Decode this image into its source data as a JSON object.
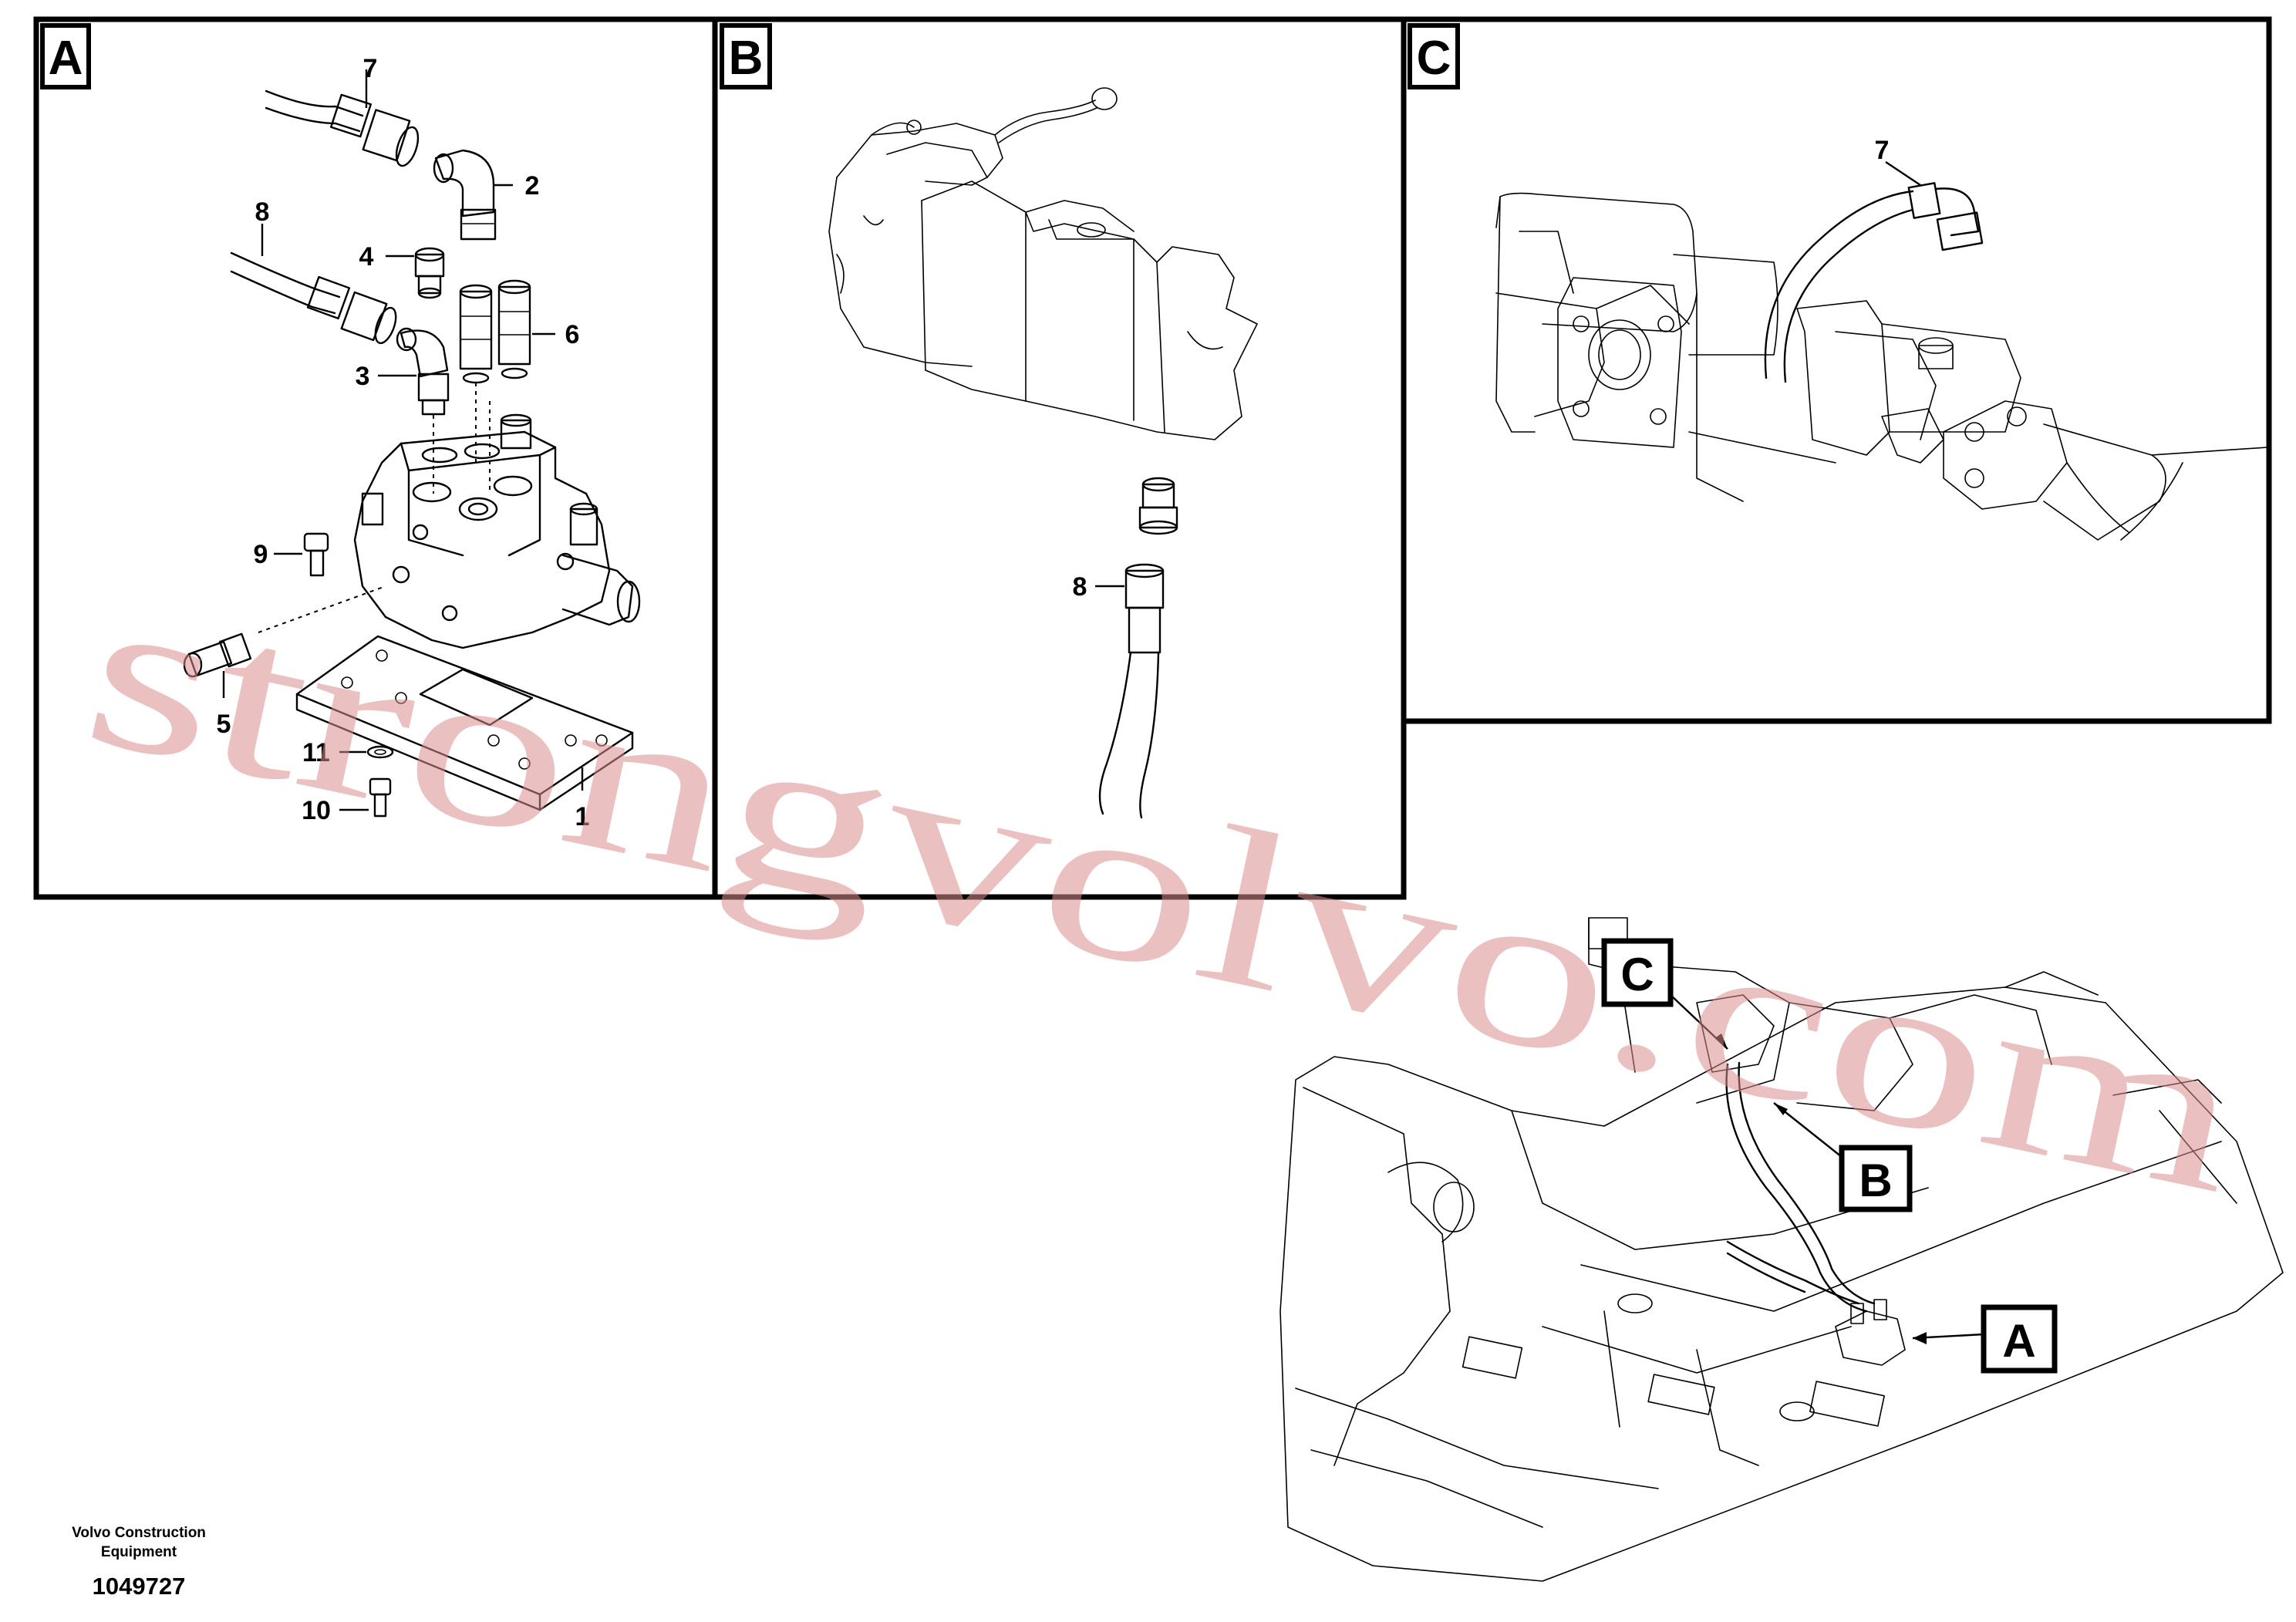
{
  "panels": {
    "a": {
      "label": "A",
      "callouts": [
        "7",
        "2",
        "8",
        "4",
        "6",
        "3",
        "9",
        "5",
        "11",
        "10",
        "1"
      ]
    },
    "b": {
      "label": "B",
      "callouts": [
        "8"
      ]
    },
    "c": {
      "label": "C",
      "callouts": [
        "7"
      ]
    }
  },
  "overview": {
    "pointers": [
      "C",
      "B",
      "A"
    ]
  },
  "watermark": "strongvolvo.com",
  "footer": {
    "company": "Volvo Construction Equipment",
    "document_number": "1049727"
  }
}
